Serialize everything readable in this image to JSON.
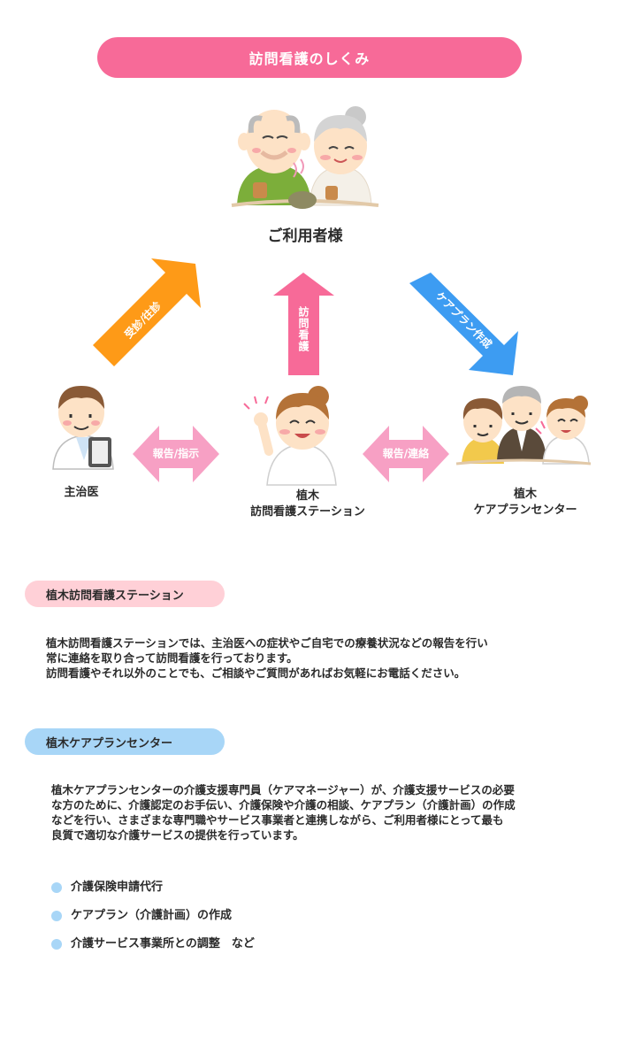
{
  "title": "訪問看護のしくみ",
  "diagram": {
    "user_label": "ご利用者様",
    "doctor_label": "主治医",
    "station_label_line1": "植木",
    "station_label_line2": "訪問看護ステーション",
    "care_center_label_line1": "植木",
    "care_center_label_line2": "ケアプランセンター",
    "arrow_visit": "受診/往診",
    "arrow_nursing": "訪問看護",
    "arrow_careplan": "ケアプラン作成",
    "arrow_report_instruction": "報告/指示",
    "arrow_report_contact": "報告/連絡",
    "colors": {
      "orange_arrow": "#fe9a17",
      "pink_arrow": "#f76a98",
      "blue_arrow": "#3d9cf2",
      "title_pink": "#f76a98"
    }
  },
  "station_section": {
    "heading": "植木訪問看護ステーション",
    "lines": [
      "植木訪問看護ステーションでは、主治医への症状やご自宅での療養状況などの報告を行い",
      "常に連絡を取り合って訪問看護を行っております。",
      "訪問看護やそれ以外のことでも、ご相談やご質問があればお気軽にお電話ください。"
    ]
  },
  "care_section": {
    "heading": "植木ケアプランセンター",
    "lines": [
      "植木ケアプランセンターの介護支援専門員（ケアマネージャー）が、介護支援サービスの必要",
      "な方のために、介護認定のお手伝い、介護保険や介護の相談、ケアプラン（介護計画）の作成",
      "などを行い、さまざまな専門職やサービス事業者と連携しながら、ご利用者様にとって最も",
      "良質で適切な介護サービスの提供を行っています。"
    ],
    "bullets": [
      "介護保険申請代行",
      "ケアプラン（介護計画）の作成",
      "介護サービス事業所との調整　など"
    ]
  }
}
